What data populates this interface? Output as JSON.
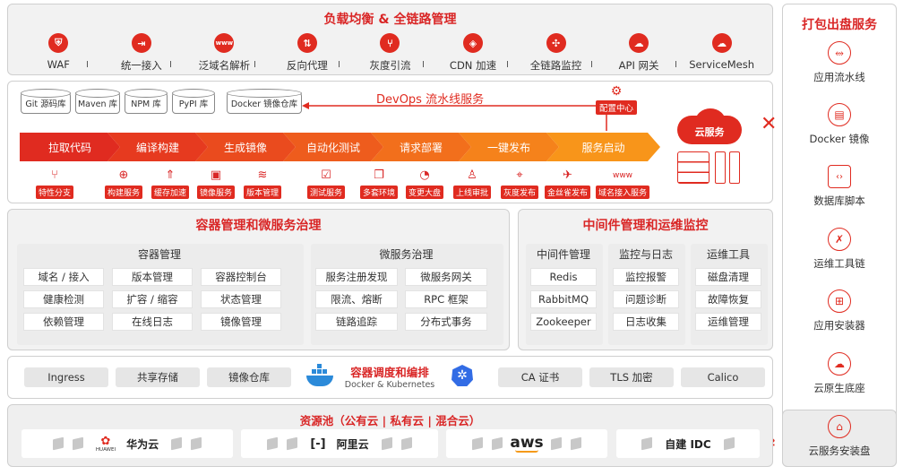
{
  "load_balance": {
    "title": "负载均衡 & 全链路管理",
    "items": [
      {
        "label": "WAF",
        "icon": "shield-icon"
      },
      {
        "label": "统一接入",
        "icon": "login-icon"
      },
      {
        "label": "泛域名解析",
        "icon": "www-icon"
      },
      {
        "label": "反向代理",
        "icon": "arrows-icon"
      },
      {
        "label": "灰度引流",
        "icon": "split-icon"
      },
      {
        "label": "CDN 加速",
        "icon": "cdn-icon"
      },
      {
        "label": "全链路监控",
        "icon": "monitor-icon"
      },
      {
        "label": "API 网关",
        "icon": "api-cloud-icon"
      },
      {
        "label": "ServiceMesh",
        "icon": "mesh-cloud-icon"
      }
    ],
    "separator": "I"
  },
  "devops": {
    "title": "DevOps 流水线服务",
    "config_center": "配置中心",
    "stores": [
      "Git 源码库",
      "Maven 库",
      "NPM 库",
      "PyPI 库",
      "Docker 镜像仓库"
    ],
    "stages": [
      "拉取代码",
      "编译构建",
      "生成镜像",
      "自动化测试",
      "请求部署",
      "一键发布",
      "服务启动"
    ],
    "stage_colors": [
      "#e02b20",
      "#e63a1f",
      "#ea4b1e",
      "#ee5c1d",
      "#f26f1c",
      "#f5821b",
      "#f8951a"
    ],
    "tools": [
      {
        "label": "特性分支",
        "icon": "branch-icon"
      },
      {
        "label": "构建服务",
        "icon": "build-icon"
      },
      {
        "label": "缓存加速",
        "icon": "rocket-icon"
      },
      {
        "label": "镜像服务",
        "icon": "image-icon"
      },
      {
        "label": "版本管理",
        "icon": "layers-icon"
      },
      {
        "label": "测试服务",
        "icon": "test-icon"
      },
      {
        "label": "多套环境",
        "icon": "env-icon"
      },
      {
        "label": "变更大盘",
        "icon": "dashboard-icon"
      },
      {
        "label": "上线审批",
        "icon": "approve-icon"
      },
      {
        "label": "灰度发布",
        "icon": "target-icon"
      },
      {
        "label": "金丝雀发布",
        "icon": "bird-icon"
      },
      {
        "label": "域名接入服务",
        "icon": "www-icon"
      }
    ],
    "cloud_label": "云服务"
  },
  "container": {
    "title": "容器管理和微服务治理",
    "mgmt_title": "容器管理",
    "mgmt_cells": [
      "域名 / 接入",
      "版本管理",
      "容器控制台",
      "健康检测",
      "扩容 / 缩容",
      "状态管理",
      "依赖管理",
      "在线日志",
      "镜像管理"
    ],
    "micro_title": "微服务治理",
    "micro_cells": [
      "服务注册发现",
      "微服务网关",
      "限流、熔断",
      "RPC 框架",
      "链路追踪",
      "分布式事务"
    ]
  },
  "middleware": {
    "title": "中间件管理和运维监控",
    "cols": [
      {
        "title": "中间件管理",
        "items": [
          "Redis",
          "RabbitMQ",
          "Zookeeper"
        ]
      },
      {
        "title": "监控与日志",
        "items": [
          "监控报警",
          "问题诊断",
          "日志收集"
        ]
      },
      {
        "title": "运维工具",
        "items": [
          "磁盘清理",
          "故障恢复",
          "运维管理"
        ]
      }
    ]
  },
  "orchestration": {
    "chips_left": [
      "Ingress",
      "共享存储",
      "镜像仓库"
    ],
    "title": "容器调度和编排",
    "subtitle": "Docker & Kubernetes",
    "chips_right": [
      "CA 证书",
      "TLS 加密",
      "Calico"
    ]
  },
  "resource_pool": {
    "title": "资源池（公有云 | 私有云 | 混合云）",
    "providers": [
      {
        "name": "华为云",
        "sub": "HUAWEI"
      },
      {
        "name": "阿里云",
        "sub": ""
      },
      {
        "name": "aws",
        "sub": ""
      },
      {
        "name": "自建 IDC",
        "sub": ""
      }
    ]
  },
  "packaging": {
    "title": "打包出盘服务",
    "items": [
      {
        "label": "应用流水线",
        "icon": "pipeline-icon"
      },
      {
        "label": "Docker 镜像",
        "icon": "docker-icon"
      },
      {
        "label": "数据库脚本",
        "icon": "code-icon"
      },
      {
        "label": "运维工具链",
        "icon": "tools-icon"
      },
      {
        "label": "应用安装器",
        "icon": "gift-icon"
      },
      {
        "label": "云原生底座",
        "icon": "cloud-icon"
      },
      {
        "label": "云服务安装盘",
        "icon": "disk-icon"
      }
    ]
  },
  "colors": {
    "accent": "#e02b20",
    "panel": "#f2f2f2"
  }
}
